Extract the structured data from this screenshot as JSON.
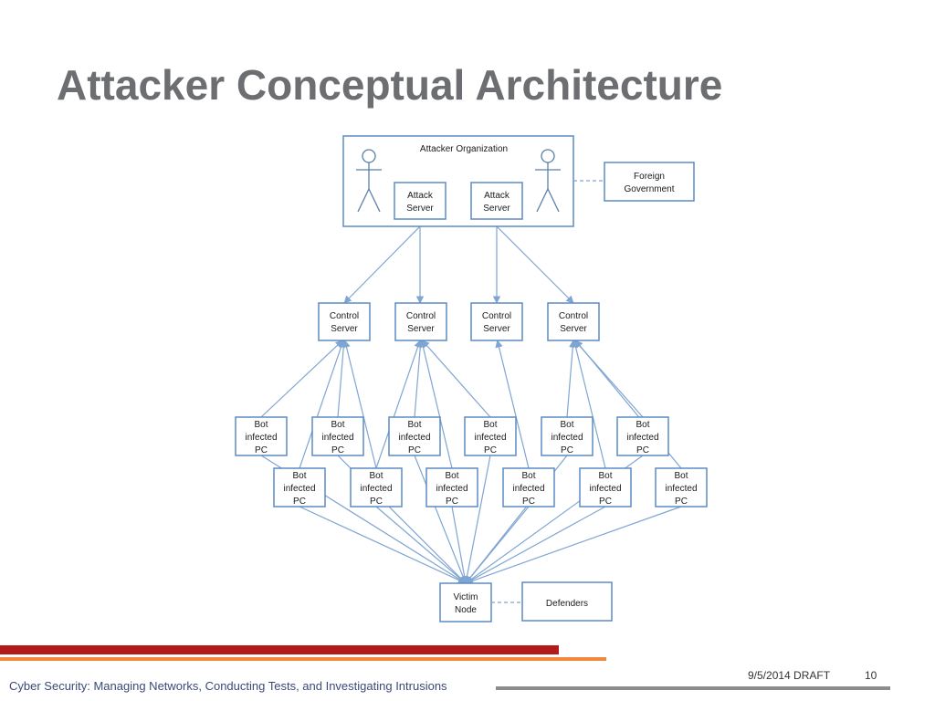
{
  "title": "Attacker Conceptual Architecture",
  "diagram": {
    "attacker_org": {
      "label": "Attacker Organization"
    },
    "attack_servers": [
      {
        "line1": "Attack",
        "line2": "Server"
      },
      {
        "line1": "Attack",
        "line2": "Server"
      }
    ],
    "foreign_government": {
      "line1": "Foreign",
      "line2": "Government"
    },
    "control_servers": [
      {
        "line1": "Control",
        "line2": "Server"
      },
      {
        "line1": "Control",
        "line2": "Server"
      },
      {
        "line1": "Control",
        "line2": "Server"
      },
      {
        "line1": "Control",
        "line2": "Server"
      }
    ],
    "bot_label": {
      "line1": "Bot",
      "line2": "infected",
      "line3": "PC"
    },
    "bot_count": 12,
    "victim": {
      "line1": "Victim",
      "line2": "Node"
    },
    "defenders": {
      "label": "Defenders"
    }
  },
  "footer": {
    "title": "Cyber Security: Managing Networks, Conducting Tests, and Investigating Intrusions",
    "date": "9/5/2014 DRAFT",
    "page": "10"
  }
}
